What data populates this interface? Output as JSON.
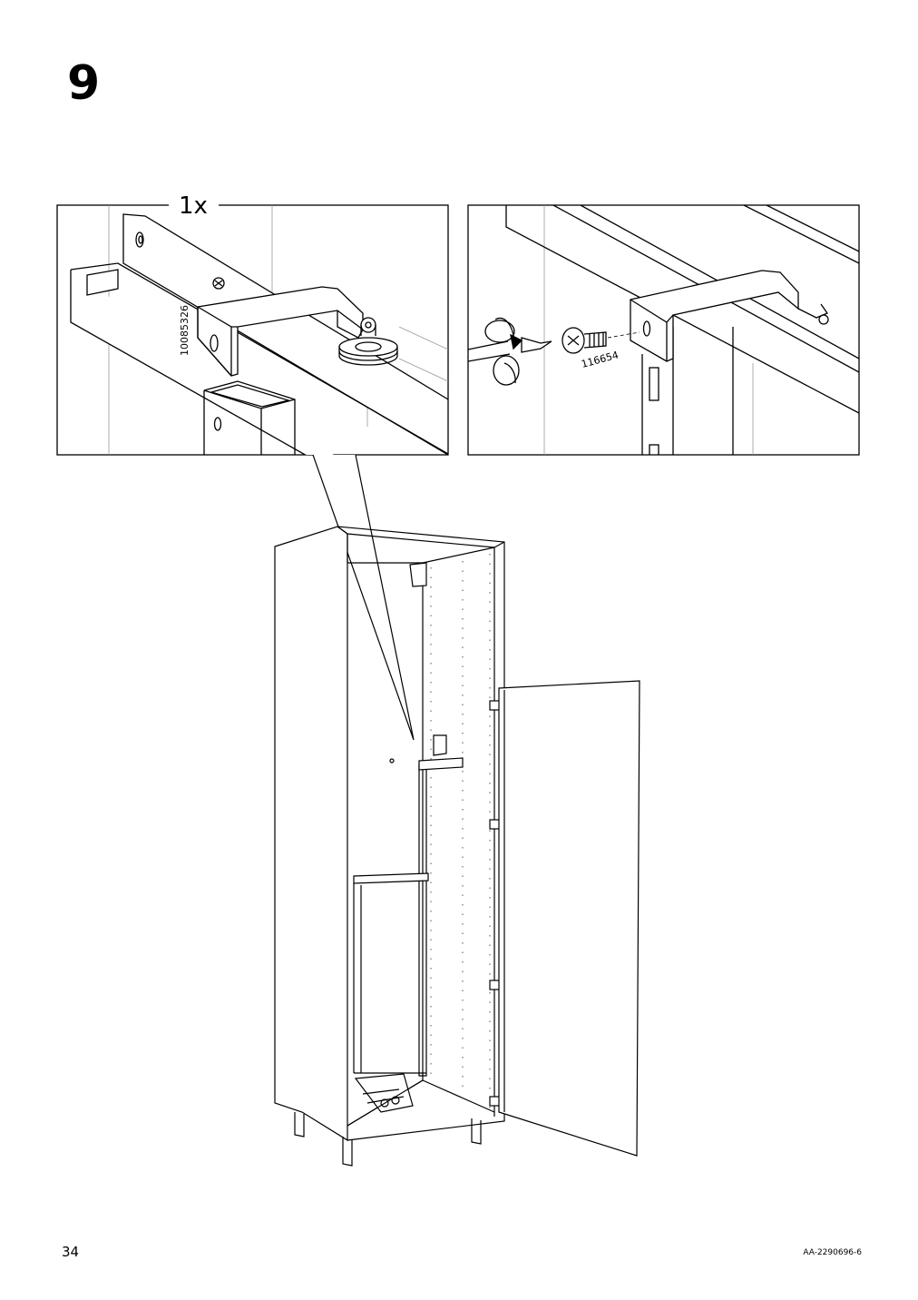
{
  "step": {
    "number": "9"
  },
  "detail_left": {
    "quantity": "1x",
    "part_number": "10085326"
  },
  "detail_right": {
    "part_number": "116654"
  },
  "footer": {
    "page_number": "34",
    "document_code": "AA-2290696-6"
  }
}
